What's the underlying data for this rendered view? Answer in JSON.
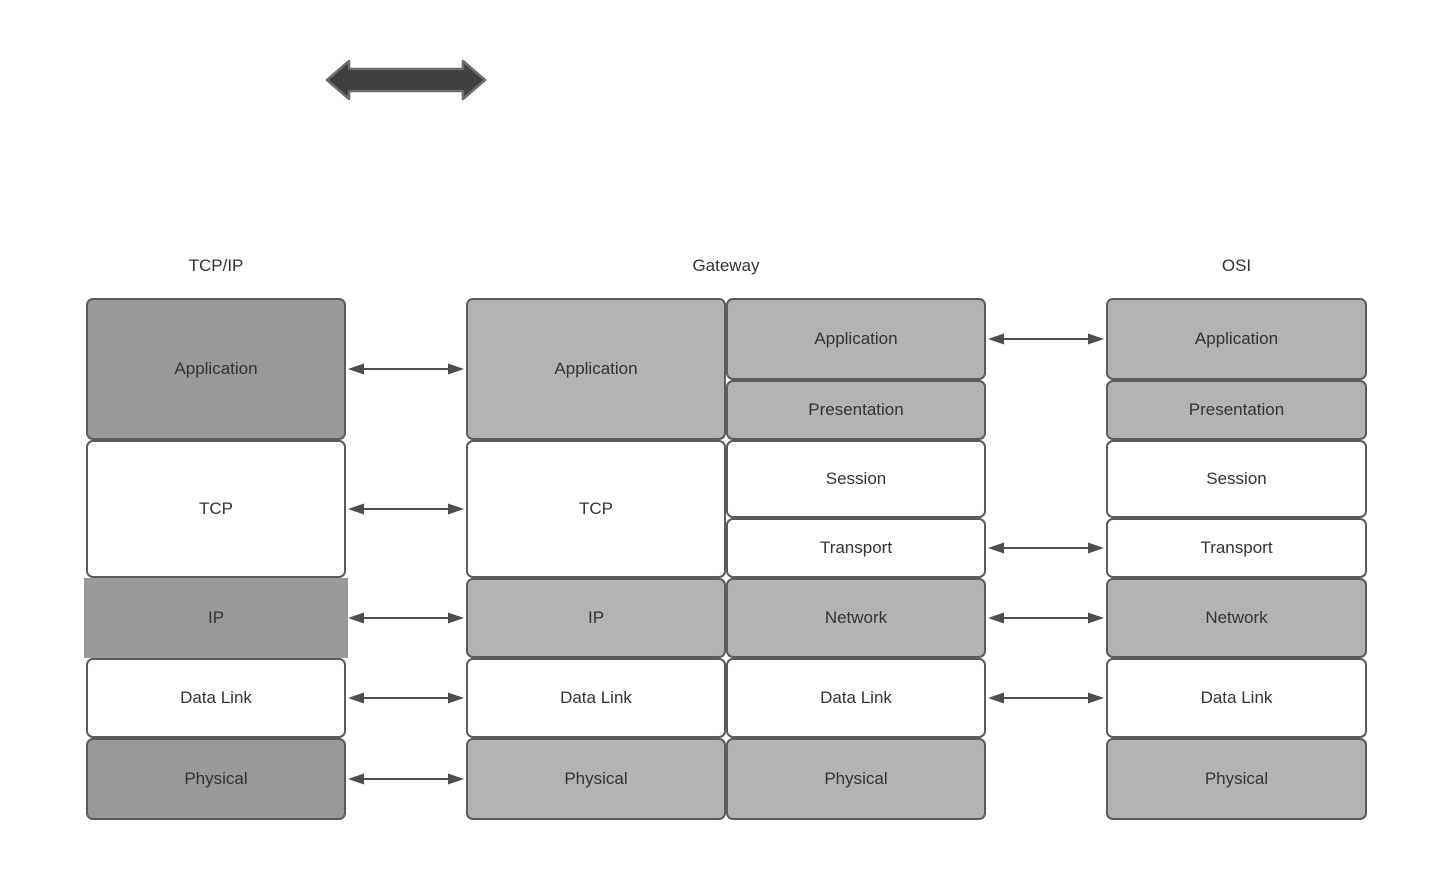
{
  "diagram": {
    "columns": [
      {
        "id": "tcpip",
        "title": "TCP/IP",
        "layers": [
          "Application",
          "TCP",
          "IP",
          "Data Link",
          "Physical"
        ]
      },
      {
        "id": "gateway",
        "title": "Gateway",
        "left_layers": [
          "Application",
          "TCP",
          "IP",
          "Data Link",
          "Physical"
        ],
        "right_layers": [
          "Application",
          "Presentation",
          "Session",
          "Transport",
          "Network",
          "Data Link",
          "Physical"
        ]
      },
      {
        "id": "osi",
        "title": "OSI",
        "layers": [
          "Application",
          "Presentation",
          "Session",
          "Transport",
          "Network",
          "Data Link",
          "Physical"
        ]
      }
    ],
    "connections_tcpip_gateway": [
      "Application",
      "TCP",
      "IP",
      "Data Link",
      "Physical"
    ],
    "connections_gateway_osi": [
      "Application",
      "Transport",
      "Network",
      "Data Link"
    ]
  },
  "colors": {
    "dark_gray_fill": "#999999",
    "light_gray_fill": "#b3b3b3",
    "white_fill": "#ffffff",
    "box_border": "#5b5b5b",
    "connector_arrow": "#4d4d4d",
    "thick_arrow_fill": "#3f3f3f",
    "text": "#333333"
  }
}
